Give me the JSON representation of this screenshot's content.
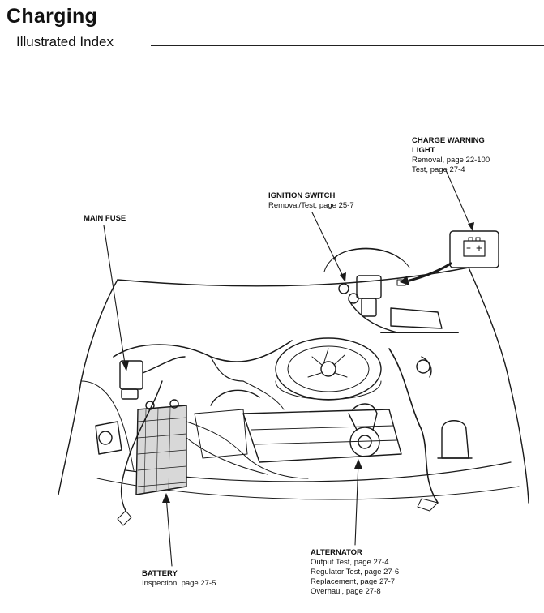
{
  "header": {
    "title": "Charging",
    "subtitle": "Illustrated Index"
  },
  "callouts": {
    "charge_warning_light": {
      "heading": "CHARGE WARNING LIGHT",
      "lines": [
        "Removal, page 22-100",
        "Test, page 27-4"
      ]
    },
    "ignition_switch": {
      "heading": "IGNITION SWITCH",
      "lines": [
        "Removal/Test, page 25-7"
      ]
    },
    "main_fuse": {
      "heading": "MAIN FUSE",
      "lines": []
    },
    "battery": {
      "heading": "BATTERY",
      "lines": [
        "Inspection, page 27-5"
      ]
    },
    "alternator": {
      "heading": "ALTERNATOR",
      "lines": [
        "Output Test, page 27-4",
        "Regulator Test, page 27-6",
        "Replacement, page 27-7",
        "Overhaul, page 27-8"
      ]
    }
  },
  "illustration": {
    "icon": "battery-warning-lamp-icon",
    "lamp_symbol": "- +"
  }
}
